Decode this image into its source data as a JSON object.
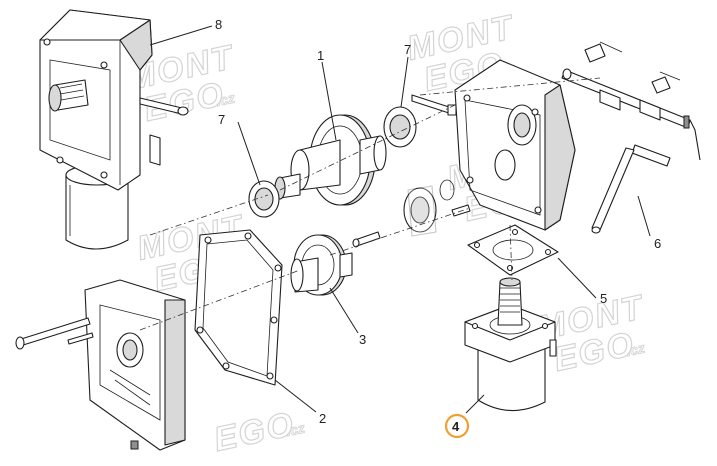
{
  "diagram": {
    "callouts": [
      {
        "label": "8"
      },
      {
        "label": "1"
      },
      {
        "label": "7"
      },
      {
        "label": "7"
      },
      {
        "label": "6"
      },
      {
        "label": "5"
      },
      {
        "label": "3"
      },
      {
        "label": "2"
      },
      {
        "label": "4",
        "highlighted": true
      }
    ],
    "highlight_color": "#f0a030",
    "watermark": {
      "line1": "MONT",
      "line2": "EGO",
      "suffix": ".cz"
    }
  }
}
